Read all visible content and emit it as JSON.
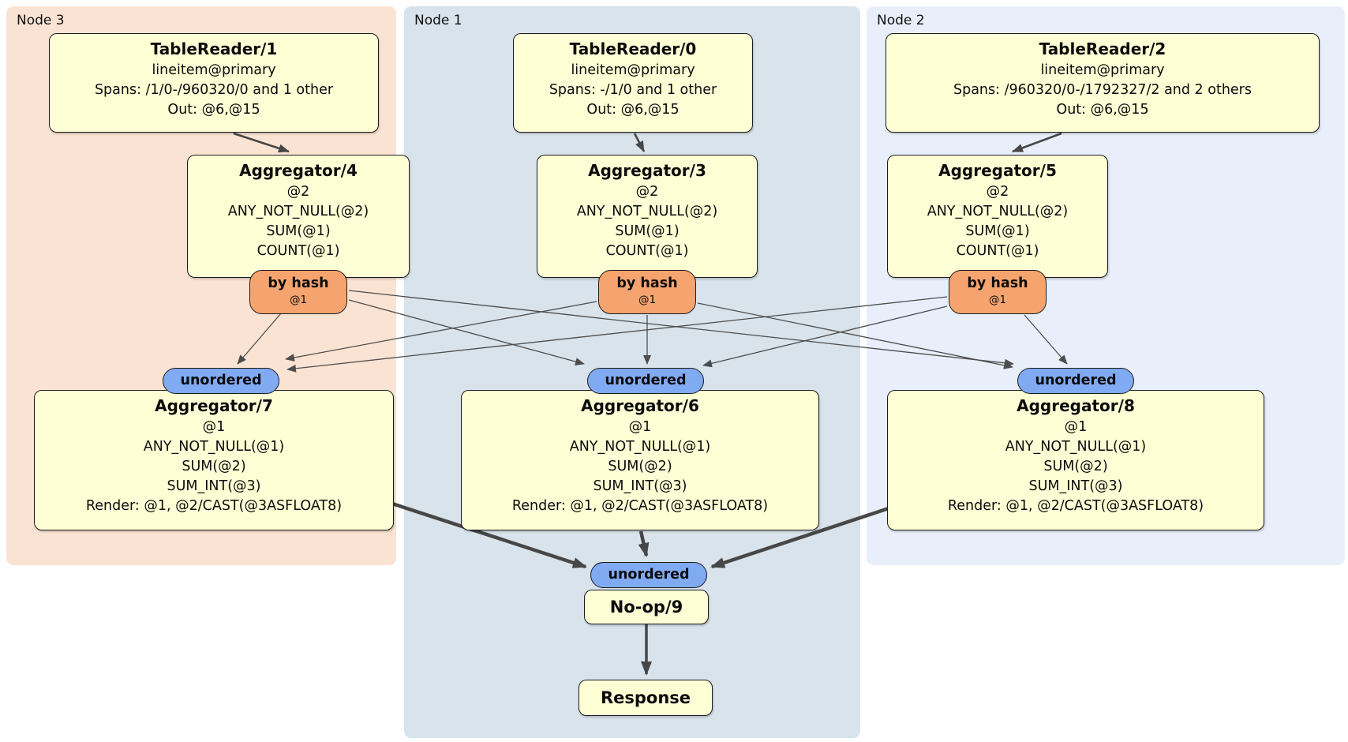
{
  "regions": {
    "node3": {
      "label": "Node 3"
    },
    "node1": {
      "label": "Node 1"
    },
    "node2": {
      "label": "Node 2"
    }
  },
  "processors": {
    "tablereader1": {
      "title": "TableReader/1",
      "lines": [
        "lineitem@primary",
        "Spans: /1/0-/960320/0 and 1 other",
        "Out: @6,@15"
      ]
    },
    "tablereader0": {
      "title": "TableReader/0",
      "lines": [
        "lineitem@primary",
        "Spans: -/1/0 and 1 other",
        "Out: @6,@15"
      ]
    },
    "tablereader2": {
      "title": "TableReader/2",
      "lines": [
        "lineitem@primary",
        "Spans: /960320/0-/1792327/2 and 2 others",
        "Out: @6,@15"
      ]
    },
    "aggregator4": {
      "title": "Aggregator/4",
      "lines": [
        "@2",
        "ANY_NOT_NULL(@2)",
        "SUM(@1)",
        "COUNT(@1)"
      ]
    },
    "aggregator3": {
      "title": "Aggregator/3",
      "lines": [
        "@2",
        "ANY_NOT_NULL(@2)",
        "SUM(@1)",
        "COUNT(@1)"
      ]
    },
    "aggregator5": {
      "title": "Aggregator/5",
      "lines": [
        "@2",
        "ANY_NOT_NULL(@2)",
        "SUM(@1)",
        "COUNT(@1)"
      ]
    },
    "aggregator7": {
      "title": "Aggregator/7",
      "lines": [
        "@1",
        "ANY_NOT_NULL(@1)",
        "SUM(@2)",
        "SUM_INT(@3)",
        "Render: @1, @2/CAST(@3ASFLOAT8)"
      ]
    },
    "aggregator6": {
      "title": "Aggregator/6",
      "lines": [
        "@1",
        "ANY_NOT_NULL(@1)",
        "SUM(@2)",
        "SUM_INT(@3)",
        "Render: @1, @2/CAST(@3ASFLOAT8)"
      ]
    },
    "aggregator8": {
      "title": "Aggregator/8",
      "lines": [
        "@1",
        "ANY_NOT_NULL(@1)",
        "SUM(@2)",
        "SUM_INT(@3)",
        "Render: @1, @2/CAST(@3ASFLOAT8)"
      ]
    },
    "noop9": {
      "title": "No-op/9"
    },
    "response": {
      "title": "Response"
    }
  },
  "router": {
    "label": "by hash",
    "key": "@1"
  },
  "sync": {
    "label": "unordered"
  },
  "colors": {
    "node3_bg": "#fbe3d3",
    "node1_bg": "#d8e3eb",
    "node2_bg": "#e9effa",
    "box_bg": "#ffffd6",
    "box_border": "#1c1c1c",
    "router_bg": "#f6a46f",
    "sync_bg": "#80aaf2",
    "edge": "#4a4a4a"
  }
}
